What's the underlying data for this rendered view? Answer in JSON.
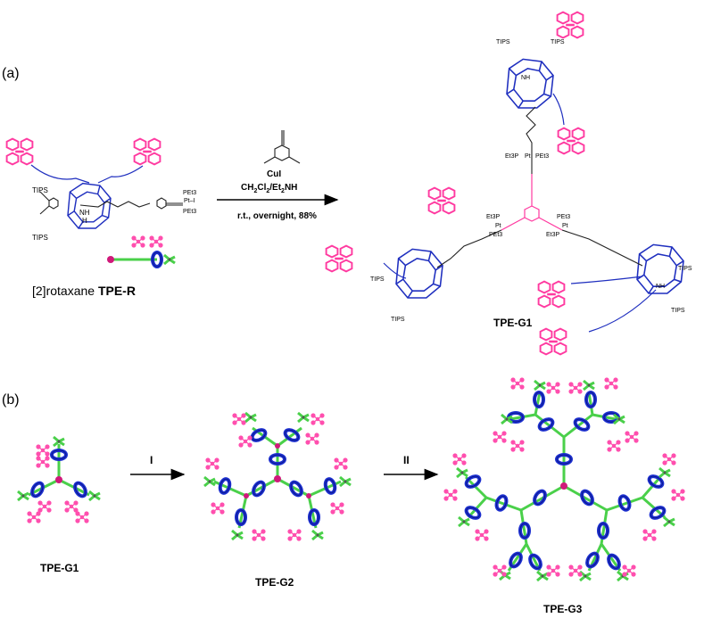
{
  "panels": {
    "a": "(a)",
    "b": "(b)"
  },
  "reagents": {
    "r1": "CuI",
    "r2": "CH2Cl2/Et2NH",
    "r2_parts": [
      "CH",
      "2",
      "Cl",
      "2",
      "/Et",
      "2",
      "NH"
    ],
    "r3": "r.t., overnight, 88%"
  },
  "compounds": {
    "tper_prefix": "[2]rotaxane ",
    "tper_name": "TPE-R",
    "g1": "TPE-G1",
    "g2": "TPE-G2",
    "g3": "TPE-G3"
  },
  "atom_labels": {
    "tips": "TIPS",
    "pet3": "PEt3",
    "et3p": "Et3P",
    "pt": "Pt",
    "nh": "NH",
    "h": "H",
    "ptI": "Pt–I"
  },
  "steps": {
    "s1": "I",
    "s2": "II"
  },
  "colors": {
    "host": "#1f2fbf",
    "tpe": "#ff3aa0",
    "linker": "#4ad04a",
    "core": "#d0197a"
  }
}
